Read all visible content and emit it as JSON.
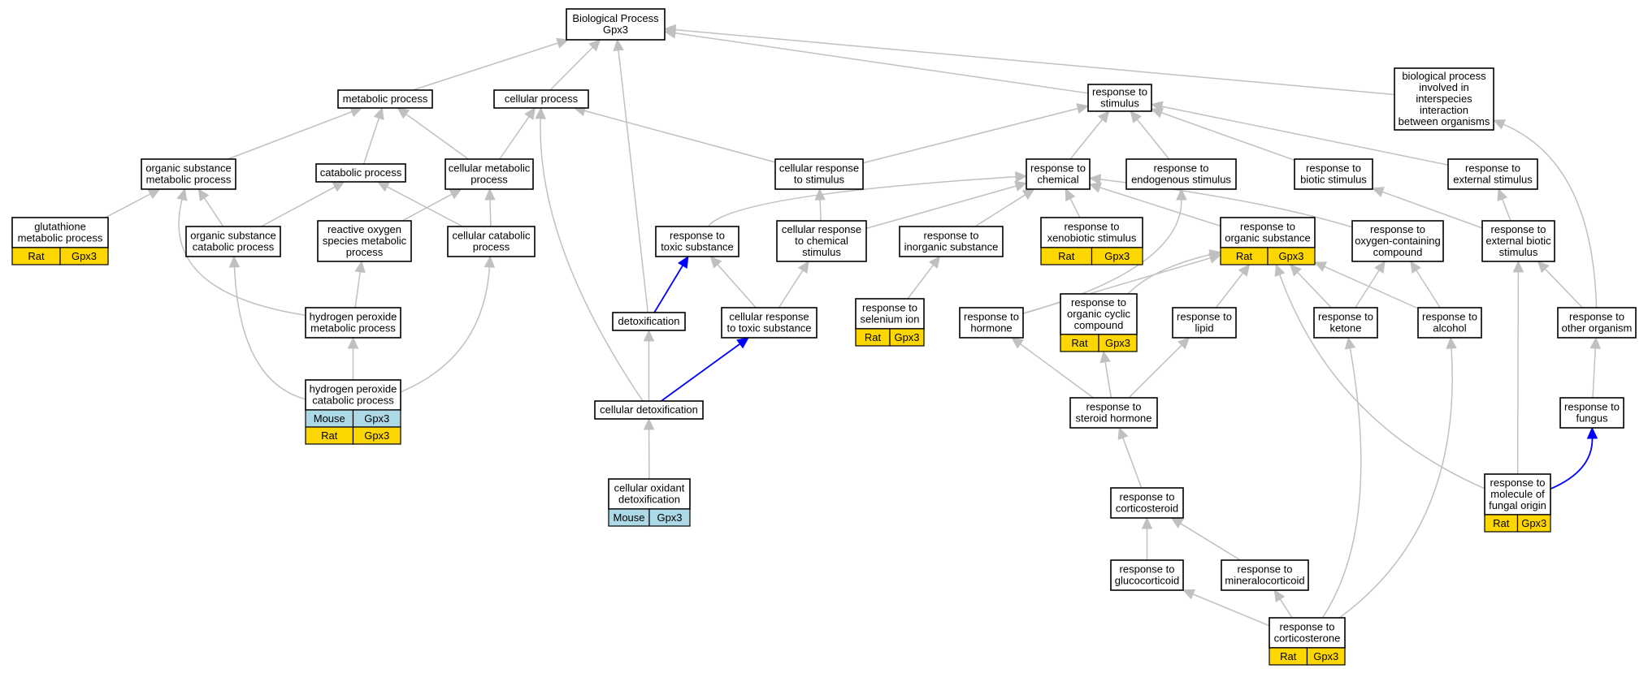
{
  "colors": {
    "rat": "#ffd700",
    "mouse": "#add8e6",
    "edge": "#c0c0c0",
    "edge_highlight": "#0000ff"
  },
  "nodes": {
    "bp": {
      "label": [
        "Biological Process",
        "Gpx3"
      ]
    },
    "meta": {
      "label": [
        "metabolic process"
      ]
    },
    "cell": {
      "label": [
        "cellular process"
      ]
    },
    "rstim": {
      "label": [
        "response to",
        "stimulus"
      ]
    },
    "bpinter": {
      "label": [
        "biological process",
        "involved in",
        "interspecies",
        "interaction",
        "between organisms"
      ]
    },
    "orgsub": {
      "label": [
        "organic substance",
        "metabolic process"
      ]
    },
    "catab": {
      "label": [
        "catabolic process"
      ]
    },
    "cellmeta": {
      "label": [
        "cellular metabolic",
        "process"
      ]
    },
    "cellrstim": {
      "label": [
        "cellular response",
        "to stimulus"
      ]
    },
    "rchem": {
      "label": [
        "response to",
        "chemical"
      ]
    },
    "rendo": {
      "label": [
        "response to",
        "endogenous stimulus"
      ]
    },
    "rbiotic": {
      "label": [
        "response to",
        "biotic stimulus"
      ]
    },
    "rext": {
      "label": [
        "response to",
        "external stimulus"
      ]
    },
    "gsh": {
      "label": [
        "glutathione",
        "metabolic process"
      ],
      "annotations": [
        [
          "Rat",
          "Gpx3"
        ]
      ]
    },
    "orgcat": {
      "label": [
        "organic substance",
        "catabolic process"
      ]
    },
    "ros": {
      "label": [
        "reactive oxygen",
        "species metabolic",
        "process"
      ]
    },
    "cellcat": {
      "label": [
        "cellular catabolic",
        "process"
      ]
    },
    "rtox": {
      "label": [
        "response to",
        "toxic substance"
      ]
    },
    "cellrchem": {
      "label": [
        "cellular response",
        "to chemical",
        "stimulus"
      ]
    },
    "rinorg": {
      "label": [
        "response to",
        "inorganic substance"
      ]
    },
    "rxeno": {
      "label": [
        "response to",
        "xenobiotic stimulus"
      ],
      "annotations": [
        [
          "Rat",
          "Gpx3"
        ]
      ]
    },
    "rorgsub": {
      "label": [
        "response to",
        "organic substance"
      ],
      "annotations": [
        [
          "Rat",
          "Gpx3"
        ]
      ]
    },
    "roxy": {
      "label": [
        "response to",
        "oxygen-containing",
        "compound"
      ]
    },
    "rextbio": {
      "label": [
        "response to",
        "external biotic",
        "stimulus"
      ]
    },
    "h2o2meta": {
      "label": [
        "hydrogen peroxide",
        "metabolic process"
      ]
    },
    "detox": {
      "label": [
        "detoxification"
      ]
    },
    "cellrtox": {
      "label": [
        "cellular response",
        "to toxic substance"
      ]
    },
    "rsel": {
      "label": [
        "response to",
        "selenium ion"
      ],
      "annotations": [
        [
          "Rat",
          "Gpx3"
        ]
      ]
    },
    "rhorm": {
      "label": [
        "response to",
        "hormone"
      ]
    },
    "rorgcyc": {
      "label": [
        "response to",
        "organic cyclic",
        "compound"
      ],
      "annotations": [
        [
          "Rat",
          "Gpx3"
        ]
      ]
    },
    "rlipid": {
      "label": [
        "response to",
        "lipid"
      ]
    },
    "rket": {
      "label": [
        "response to",
        "ketone"
      ]
    },
    "ralc": {
      "label": [
        "response to",
        "alcohol"
      ]
    },
    "rotherorg": {
      "label": [
        "response to",
        "other organism"
      ]
    },
    "h2o2cat": {
      "label": [
        "hydrogen peroxide",
        "catabolic process"
      ],
      "annotations": [
        [
          "Mouse",
          "Gpx3"
        ],
        [
          "Rat",
          "Gpx3"
        ]
      ]
    },
    "celldetox": {
      "label": [
        "cellular detoxification"
      ]
    },
    "rster": {
      "label": [
        "response to",
        "steroid hormone"
      ]
    },
    "rfungus": {
      "label": [
        "response to",
        "fungus"
      ]
    },
    "celloxid": {
      "label": [
        "cellular oxidant",
        "detoxification"
      ],
      "annotations": [
        [
          "Mouse",
          "Gpx3"
        ]
      ]
    },
    "rcortoid": {
      "label": [
        "response to",
        "corticosteroid"
      ]
    },
    "rfungal": {
      "label": [
        "response to",
        "molecule of",
        "fungal origin"
      ],
      "annotations": [
        [
          "Rat",
          "Gpx3"
        ]
      ]
    },
    "rgluco": {
      "label": [
        "response to",
        "glucocorticoid"
      ]
    },
    "rmineral": {
      "label": [
        "response to",
        "mineralocorticoid"
      ]
    },
    "rcortone": {
      "label": [
        "response to",
        "corticosterone"
      ],
      "annotations": [
        [
          "Rat",
          "Gpx3"
        ]
      ]
    }
  }
}
